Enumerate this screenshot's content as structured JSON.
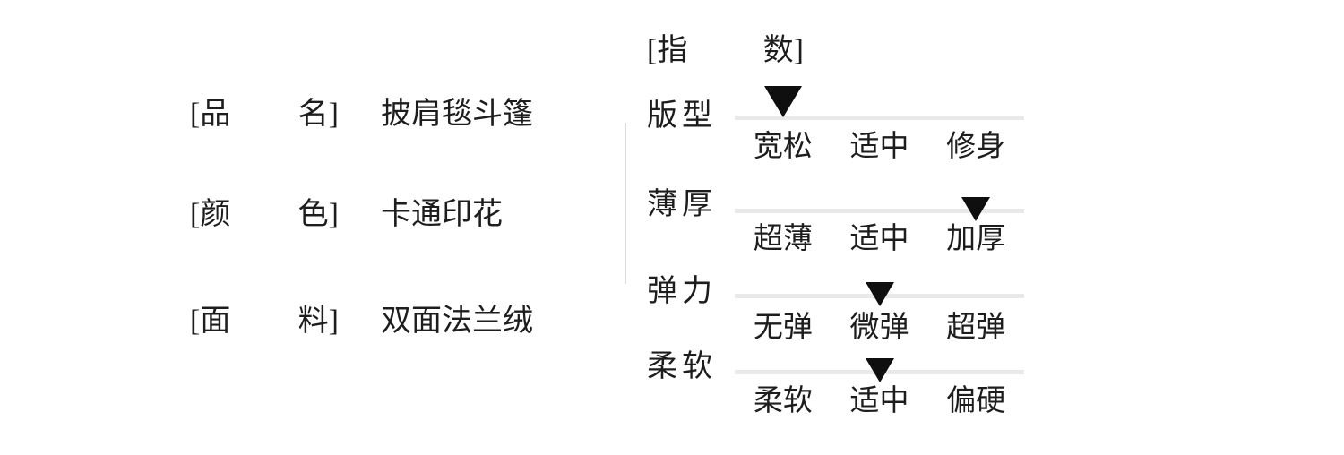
{
  "style": {
    "background": "#ffffff",
    "text_color": "#1d1d1d",
    "track_color": "#e9e9e9",
    "divider_color": "#dcdcdc",
    "marker_color": "#0f0f0f"
  },
  "brackets": {
    "open": "[",
    "close": "]"
  },
  "icons": {
    "selected_marker": "triangle-down"
  },
  "product_info": {
    "rows": [
      {
        "label": [
          "品",
          "名"
        ],
        "value": "披肩毯斗篷"
      },
      {
        "label": [
          "颜",
          "色"
        ],
        "value": "卡通印花"
      },
      {
        "label": [
          "面",
          "料"
        ],
        "value": "双面法兰绒"
      }
    ]
  },
  "index_panel": {
    "title": [
      "指",
      "数"
    ],
    "rows": [
      {
        "label": "版型",
        "options": [
          "宽松",
          "适中",
          "修身"
        ],
        "selected": "宽松",
        "selected_index": 0
      },
      {
        "label": "薄厚",
        "options": [
          "超薄",
          "适中",
          "加厚"
        ],
        "selected": "加厚",
        "selected_index": 2
      },
      {
        "label": "弹力",
        "options": [
          "无弹",
          "微弹",
          "超弹"
        ],
        "selected": "微弹",
        "selected_index": 1
      },
      {
        "label": "柔软",
        "options": [
          "柔软",
          "适中",
          "偏硬"
        ],
        "selected": "适中",
        "selected_index": 1
      }
    ]
  }
}
